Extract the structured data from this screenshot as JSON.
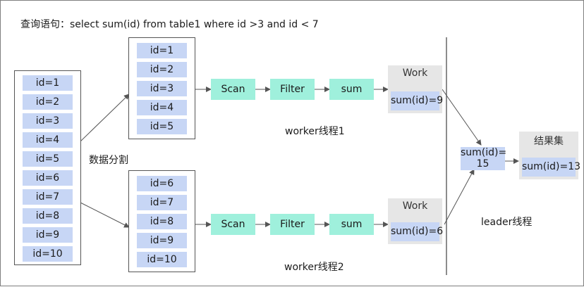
{
  "query_title": "查询语句：select sum(id) from table1 where id >3 and id < 7",
  "source_table": {
    "rows": [
      "id=1",
      "id=2",
      "id=3",
      "id=4",
      "id=5",
      "id=6",
      "id=7",
      "id=8",
      "id=9",
      "id=10"
    ]
  },
  "split_label": "数据分割",
  "partition1": {
    "rows": [
      "id=1",
      "id=2",
      "id=3",
      "id=4",
      "id=5"
    ]
  },
  "partition2": {
    "rows": [
      "id=6",
      "id=7",
      "id=8",
      "id=9",
      "id=10"
    ]
  },
  "worker1": {
    "label": "worker线程1",
    "steps": [
      "Scan",
      "Filter",
      "sum"
    ],
    "node_title": "Work",
    "node_result": "sum(id)=9"
  },
  "worker2": {
    "label": "worker线程2",
    "steps": [
      "Scan",
      "Filter",
      "sum"
    ],
    "node_title": "Work",
    "node_result": "sum(id)=6"
  },
  "leader": {
    "label": "leader线程",
    "sum_text": "sum(id)=\n15",
    "result_title": "结果集",
    "result_value": "sum(id)=13"
  },
  "colors": {
    "table_cell": "#c7d6f5",
    "process_step": "#9ff0dc",
    "work_node": "#e6e6e6",
    "arrow": "#555555"
  }
}
